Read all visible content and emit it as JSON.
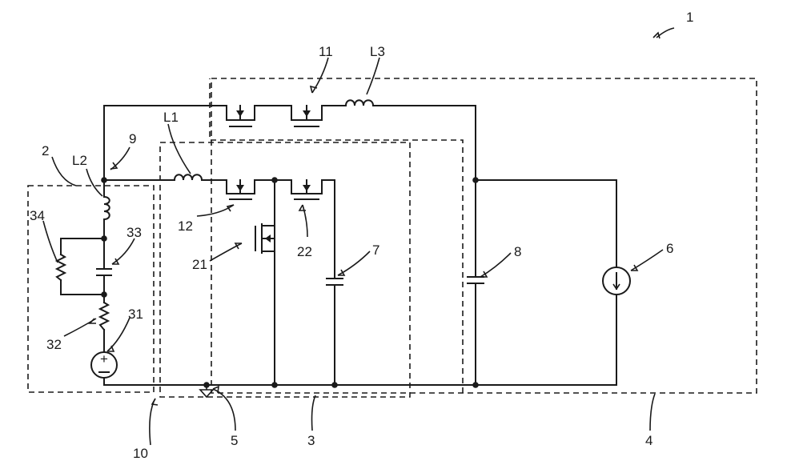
{
  "labels": {
    "system": "1",
    "battery_model": "2",
    "converter_block": "3",
    "load_block": "4",
    "ground": "5",
    "load": "6",
    "cap_7": "7",
    "cap_8": "8",
    "node_9": "9",
    "block_10": "10",
    "switch_11": "11",
    "switch_12": "12",
    "switch_21": "21",
    "switch_22": "22",
    "source_31": "31",
    "resistor_32": "32",
    "capacitor_33": "33",
    "resistor_34": "34",
    "inductor_l1": "L1",
    "inductor_l2": "L2",
    "inductor_l3": "L3"
  },
  "symbols": {
    "plus": "+",
    "minus": "−"
  }
}
